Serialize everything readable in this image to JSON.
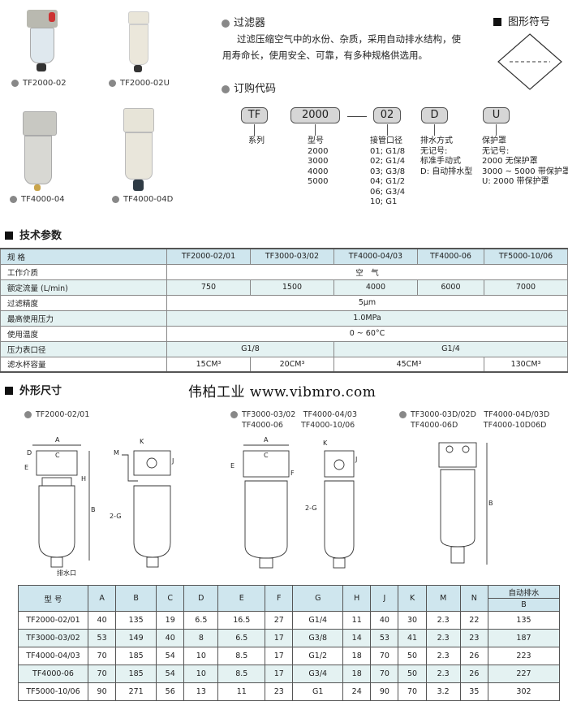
{
  "products": [
    {
      "label": "TF2000-02"
    },
    {
      "label": "TF2000-02U"
    },
    {
      "label": "TF4000-04"
    },
    {
      "label": "TF4000-04D"
    }
  ],
  "intro": {
    "title": "过滤器",
    "text_line1": "过滤压缩空气中的水份、杂质，采用自动排水结构，使",
    "text_line2": "用寿命长，使用安全、可靠，有多种规格供选用。"
  },
  "symbol": {
    "title": "图形符号"
  },
  "order": {
    "title": "订购代码",
    "boxes": [
      "TF",
      "2000",
      "02",
      "D",
      "U"
    ],
    "series": "系列",
    "model": {
      "title": "型号",
      "items": [
        "2000",
        "3000",
        "4000",
        "5000"
      ]
    },
    "port": {
      "title": "接管口径",
      "items": [
        "01; G1/8",
        "02; G1/4",
        "03; G3/8",
        "04; G1/2",
        "06; G3/4",
        "10; G1"
      ]
    },
    "drain": {
      "title": "排水方式",
      "items": [
        "无记号:",
        "标准手动式",
        "D: 自动排水型"
      ]
    },
    "guard": {
      "title": "保护罩",
      "items": [
        "无记号:",
        "2000 无保护罩",
        "3000 ~ 5000 带保护罩",
        "U: 2000 带保护罩"
      ]
    }
  },
  "spec": {
    "title": "技术参数",
    "header": [
      "规 格",
      "TF2000-02/01",
      "TF3000-03/02",
      "TF4000-04/03",
      "TF4000-06",
      "TF5000-10/06"
    ],
    "medium": {
      "label": "工作介质",
      "value": "空　气"
    },
    "flow": {
      "label": "额定流量 (L/min)",
      "values": [
        "750",
        "1500",
        "4000",
        "6000",
        "7000"
      ]
    },
    "precision": {
      "label": "过滤精度",
      "value": "5μm"
    },
    "pressure": {
      "label": "最高使用压力",
      "value": "1.0MPa"
    },
    "temp": {
      "label": "使用温度",
      "value": "0 ~ 60°C"
    },
    "gauge": {
      "label": "压力表口径",
      "values": [
        "G1/8",
        "G1/4"
      ]
    },
    "bowl": {
      "label": "滤水杯容量",
      "values": [
        "15CM³",
        "20CM³",
        "45CM³",
        "130CM³"
      ]
    }
  },
  "watermark": "伟柏工业 www.vibmro.com",
  "dims": {
    "title": "外形尺寸",
    "groups": [
      {
        "lines": [
          "TF2000-02/01"
        ]
      },
      {
        "lines": [
          "TF3000-03/02　TF4000-04/03",
          "TF4000-06　　 TF4000-10/06"
        ]
      },
      {
        "lines": [
          "TF3000-03D/02D　TF4000-04D/03D",
          "TF4000-06D　　　 TF4000-10D06D"
        ]
      }
    ],
    "letters": {
      "A": "A",
      "B": "B",
      "C": "C",
      "D": "D",
      "E": "E",
      "F": "F",
      "H": "H",
      "J": "J",
      "K": "K",
      "M": "M",
      "G": "2-G",
      "drain": "排水口"
    }
  },
  "dim_table": {
    "header": [
      "型 号",
      "A",
      "B",
      "C",
      "D",
      "E",
      "F",
      "G",
      "H",
      "J",
      "K",
      "M",
      "N"
    ],
    "auto_drain": "自动排水",
    "auto_drain_sub": "B",
    "rows": [
      [
        "TF2000-02/01",
        "40",
        "135",
        "19",
        "6.5",
        "16.5",
        "27",
        "G1/4",
        "11",
        "40",
        "30",
        "2.3",
        "22",
        "135"
      ],
      [
        "TF3000-03/02",
        "53",
        "149",
        "40",
        "8",
        "6.5",
        "17",
        "G3/8",
        "14",
        "53",
        "41",
        "2.3",
        "23",
        "187"
      ],
      [
        "TF4000-04/03",
        "70",
        "185",
        "54",
        "10",
        "8.5",
        "17",
        "G1/2",
        "18",
        "70",
        "50",
        "2.3",
        "26",
        "223"
      ],
      [
        "TF4000-06",
        "70",
        "185",
        "54",
        "10",
        "8.5",
        "17",
        "G3/4",
        "18",
        "70",
        "50",
        "2.3",
        "26",
        "227"
      ],
      [
        "TF5000-10/06",
        "90",
        "271",
        "56",
        "13",
        "11",
        "23",
        "G1",
        "24",
        "90",
        "70",
        "3.2",
        "35",
        "302"
      ]
    ]
  }
}
